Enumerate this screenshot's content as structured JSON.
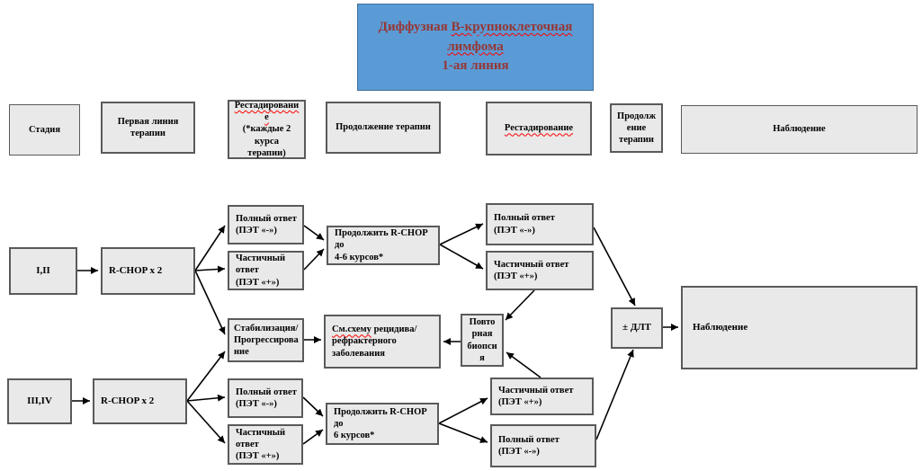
{
  "title": {
    "pre": "Диффузная ",
    "wavy": "В-крупноклеточная\nлимфома",
    "post": "\n1-ая линия"
  },
  "headers": [
    {
      "label": "Стадия"
    },
    {
      "label": "Первая линия\nтерапии"
    },
    {
      "wavy": "Рестадировани\nе",
      "rest": "\n(*каждые 2\nкурса\nтерапии)"
    },
    {
      "label": "Продолжение терапии"
    },
    {
      "wavy": "Рестадирование"
    },
    {
      "label": "Продолж\nение\nтерапии"
    },
    {
      "label": "Наблюдение"
    }
  ],
  "flow": {
    "stage12": "I,II",
    "rchopTop": "R-CHOP x 2",
    "fullC1t": "Полный ответ\n(ПЭТ «-»)",
    "partC1t": "Частичный\nответ\n(ПЭТ «+»)",
    "cont46": "Продолжить R-CHOP до\n4-6 курсов*",
    "fullC2t": "Полный ответ\n(ПЭТ «-»)",
    "partC2t": "Частичный ответ\n(ПЭТ «+»)",
    "stab": "Стабилизация/\nПрогрессирова\nние",
    "relapseWavy": "См.схему",
    "relapseRest": " рецидива/\nрефрактерного\nзаболевания",
    "biopsy": "Повто\nрная\nбиопси\nя",
    "dlt": "± ДЛТ",
    "observe": "Наблюдение",
    "stage34": "III,IV",
    "rchopBot": "R-CHOP x 2",
    "fullC1b": "Полный ответ\n(ПЭТ «-»)",
    "partC1b": "Частичный\nответ\n(ПЭТ «+»)",
    "cont6": "Продолжить R-CHOP до\n6 курсов*",
    "partC2b": "Частичный ответ\n(ПЭТ «+»)",
    "fullC2b": "Полный ответ\n(ПЭТ «-»)"
  },
  "colors": {
    "title_bg": "#5b9bd5",
    "title_border": "#41719c",
    "title_text": "#953735",
    "spellcheck_underline": "#ff0000",
    "box_fill": "#e9e9e9",
    "box_border": "#5a5a5a",
    "arrow": "#000000"
  }
}
